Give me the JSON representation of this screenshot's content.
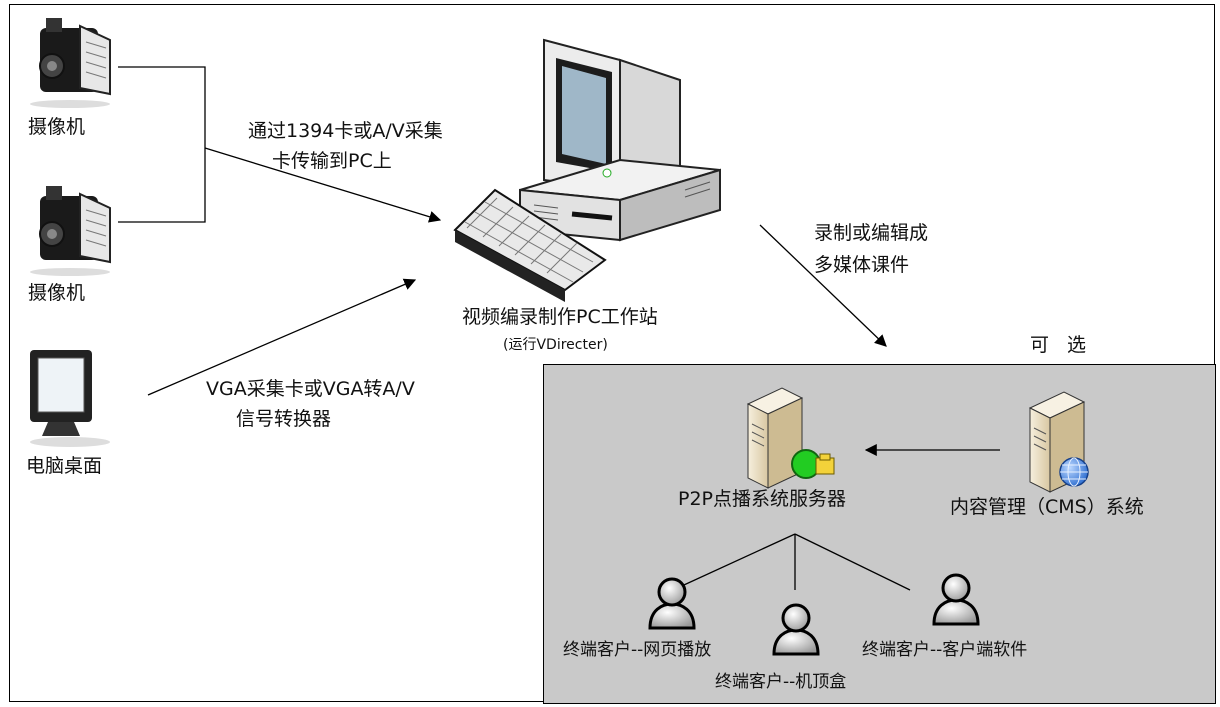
{
  "labels": {
    "camera_top": "摄像机",
    "camera_bottom": "摄像机",
    "pc_screen": "电脑桌面",
    "capture_line1": "通过1394卡或A/V采集",
    "capture_line2": "卡传输到PC上",
    "vga_line1": "VGA采集卡或VGA转A/V",
    "vga_line2": "信号转换器",
    "workstation_line1": "视频编录制作PC工作站",
    "workstation_line2": "(运行VDirecter)",
    "record_line1": "录制或编辑成",
    "record_line2": "多媒体课件",
    "optional": "可 选",
    "p2p_server": "P2P点播系统服务器",
    "cms": "内容管理（CMS）系统",
    "client_web": "终端客户--网页播放",
    "client_stb": "终端客户--机顶盒",
    "client_software": "终端客户--客户端软件"
  },
  "icons": [
    "camcorder-icon",
    "monitor-icon",
    "desktop-pc-icon",
    "keyboard-icon",
    "server-icon",
    "globe-icon",
    "user-icon"
  ],
  "colors": {
    "panel": "#c9c9c9",
    "server_body": "#e8dcc2",
    "accent_green": "#22cc22",
    "globe_blue": "#2f6fd1"
  }
}
